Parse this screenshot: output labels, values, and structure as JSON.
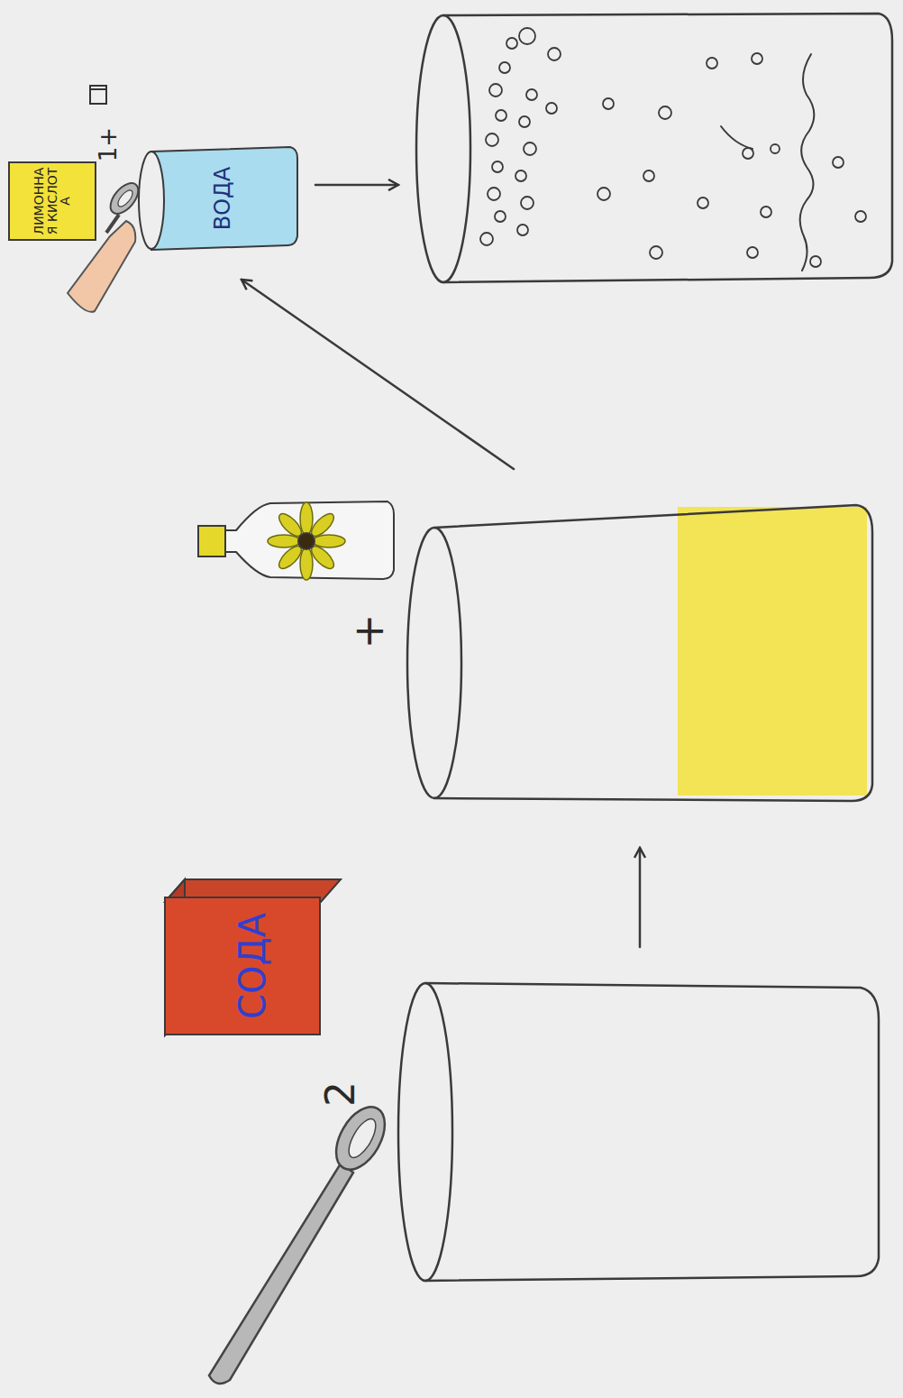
{
  "diagram": {
    "nodes": [
      {
        "text": [
          "СОДА"
        ]
      },
      {
        "text": [
          "ВОДА"
        ]
      },
      {
        "text": [
          "ЛИМОННАЯ КИСЛОТА"
        ]
      }
    ],
    "labels": [
      "2",
      "+",
      "1+"
    ]
  }
}
